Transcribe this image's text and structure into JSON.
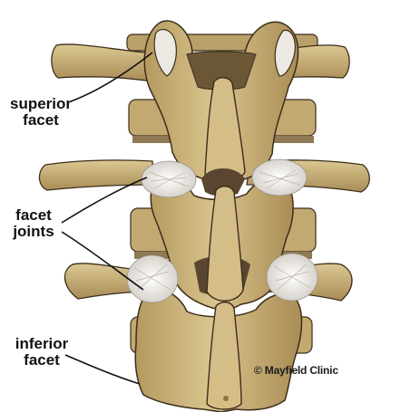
{
  "labels": {
    "superior_facet": "superior\nfacet",
    "facet_joints": "facet\njoints",
    "inferior_facet": "inferior\nfacet"
  },
  "credit": "© Mayfield Clinic",
  "colors": {
    "bone": "#cdb57c",
    "bone_light": "#e2cf9c",
    "bone_shadow": "#8c7140",
    "cartilage": "#ece8e2",
    "dark_gap": "#5a4630",
    "outline": "#3c2e1b"
  }
}
